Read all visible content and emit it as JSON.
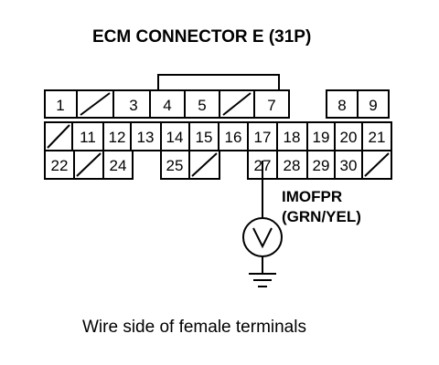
{
  "diagram": {
    "title": "ECM CONNECTOR E (31P)",
    "caption": "Wire side of female terminals",
    "signal": {
      "name": "IMOFPR",
      "wire_color": "(GRN/YEL)"
    },
    "connector": {
      "rows": [
        [
          {
            "label": "1"
          },
          {
            "label": ""
          },
          {
            "label": "3"
          },
          {
            "label": "4"
          },
          {
            "label": "5"
          },
          {
            "label": ""
          },
          {
            "label": "7"
          },
          {
            "label": "8"
          },
          {
            "label": "9"
          }
        ],
        [
          {
            "label": ""
          },
          {
            "label": "11"
          },
          {
            "label": "12"
          },
          {
            "label": "13"
          },
          {
            "label": "14"
          },
          {
            "label": "15"
          },
          {
            "label": "16"
          },
          {
            "label": "17"
          },
          {
            "label": "18"
          },
          {
            "label": "19"
          },
          {
            "label": "20"
          },
          {
            "label": "21"
          }
        ],
        [
          {
            "label": "22"
          },
          {
            "label": ""
          },
          {
            "label": "24"
          },
          {
            "label": "25"
          },
          {
            "label": ""
          },
          {
            "label": "27"
          },
          {
            "label": "28"
          },
          {
            "label": "29"
          },
          {
            "label": "30"
          },
          {
            "label": ""
          }
        ]
      ]
    }
  }
}
